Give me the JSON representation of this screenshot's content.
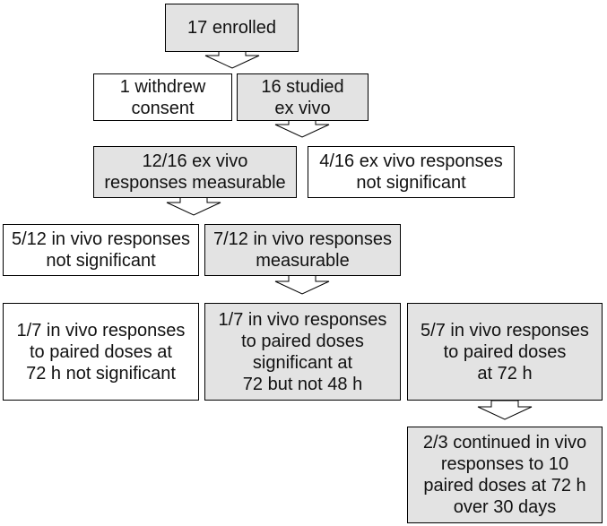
{
  "nodes": {
    "enrolled": "17 enrolled",
    "withdrew": "1 withdrew\nconsent",
    "studied": "16 studied\nex vivo",
    "exvivo_measurable": "12/16 ex vivo\nresponses measurable",
    "exvivo_not_sig": "4/16 ex vivo responses\nnot significant",
    "invivo_not_sig": "5/12 in vivo responses\nnot significant",
    "invivo_measurable": "7/12 in vivo responses\nmeasurable",
    "paired_not_sig": "1/7 in vivo responses\nto paired doses at\n72 h not significant",
    "paired_72_not_48": "1/7 in vivo responses\nto paired doses\nsignificant at\n72 but not 48 h",
    "paired_72": "5/7 in vivo responses\nto paired doses\nat 72 h",
    "continued": "2/3 continued in vivo\nresponses to 10\npaired doses at 72 h\nover 30 days"
  },
  "colors": {
    "highlight_fill": "#e3e3e3",
    "plain_fill": "#ffffff",
    "border": "#000000"
  }
}
